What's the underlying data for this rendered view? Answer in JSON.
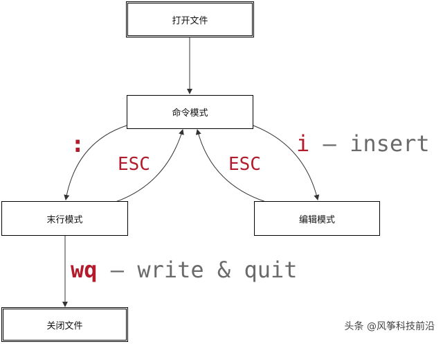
{
  "nodes": {
    "open_file": "打开文件",
    "command_mode": "命令模式",
    "last_line_mode": "末行模式",
    "edit_mode": "编辑模式",
    "close_file": "关闭文件"
  },
  "edges": {
    "colon": ":",
    "esc_left": "ESC",
    "esc_right": "ESC",
    "insert_key": "i",
    "insert_desc": "– insert",
    "wq_key": "wq",
    "wq_desc": "– write & quit"
  },
  "watermark": "头条 @风筝科技前沿",
  "colors": {
    "accent": "#b31b2c",
    "secondary": "#6a6a6a",
    "line": "#333333"
  }
}
